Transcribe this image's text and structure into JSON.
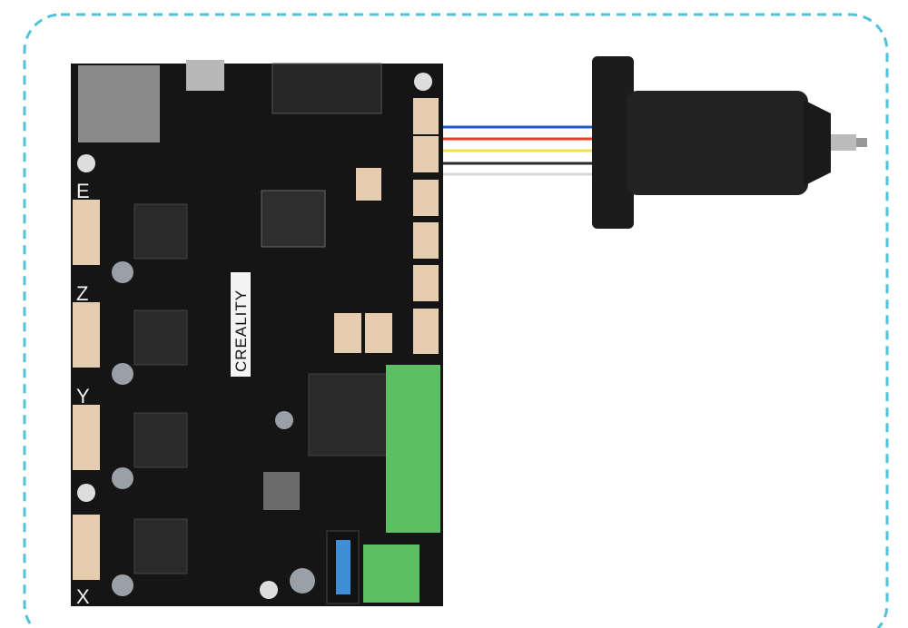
{
  "board": {
    "brand": "CREALITY",
    "axis_labels": [
      "E",
      "Z",
      "Y",
      "X"
    ]
  },
  "wires": {
    "colors": [
      "#1f5bc8",
      "#f03a2a",
      "#f2e14a",
      "#2a2a2a",
      "#d8d8d8"
    ]
  },
  "colors": {
    "frame_border": "#4fc3d9",
    "board": "#151515",
    "terminal": "#5cbf63",
    "probe": "#1c1c1c"
  }
}
